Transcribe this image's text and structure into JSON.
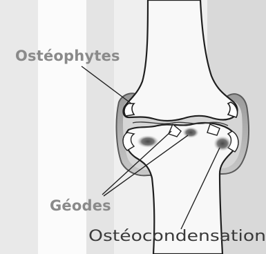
{
  "labels": {
    "osteophytes": "Ostéophytes",
    "geodes": "Géodes",
    "osteocondensation": "Ostéocondensation"
  },
  "colors": {
    "background": "#f1f1f1",
    "background_band_light": "#fbfbfb",
    "background_band_dark": "#d0d0d0",
    "bone": "#f7f7f7",
    "bone_outline": "#1e1e1e",
    "capsule": "#bcbcbc",
    "capsule_outline": "#5a5a5a",
    "lesion": "#6b6b6b",
    "label_gray": "#8a8a8a",
    "label_dark": "#3a3a3a"
  }
}
